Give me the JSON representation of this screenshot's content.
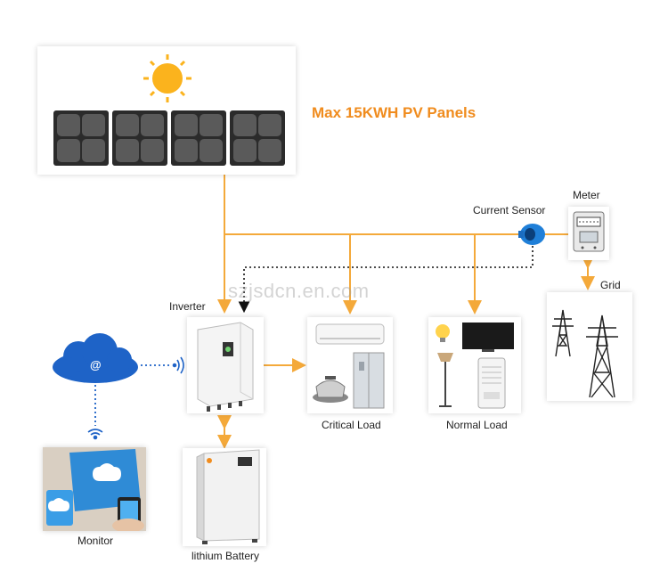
{
  "title": "Max 15KWH PV Panels",
  "watermark": "szjsdcn.en.com",
  "labels": {
    "inverter": "Inverter",
    "critical_load": "Critical Load",
    "normal_load": "Normal Load",
    "battery": "lithium Battery",
    "monitor": "Monitor",
    "current_sensor": "Current Sensor",
    "meter": "Meter",
    "grid": "Grid"
  },
  "cloud_symbol": "@",
  "colors": {
    "line": "#f4a93a",
    "title": "#f08c1e",
    "cloud": "#1e63c7",
    "sensor": "#1f7fd8",
    "sun": "#fbb31d",
    "panel": "#2b2b2b"
  }
}
